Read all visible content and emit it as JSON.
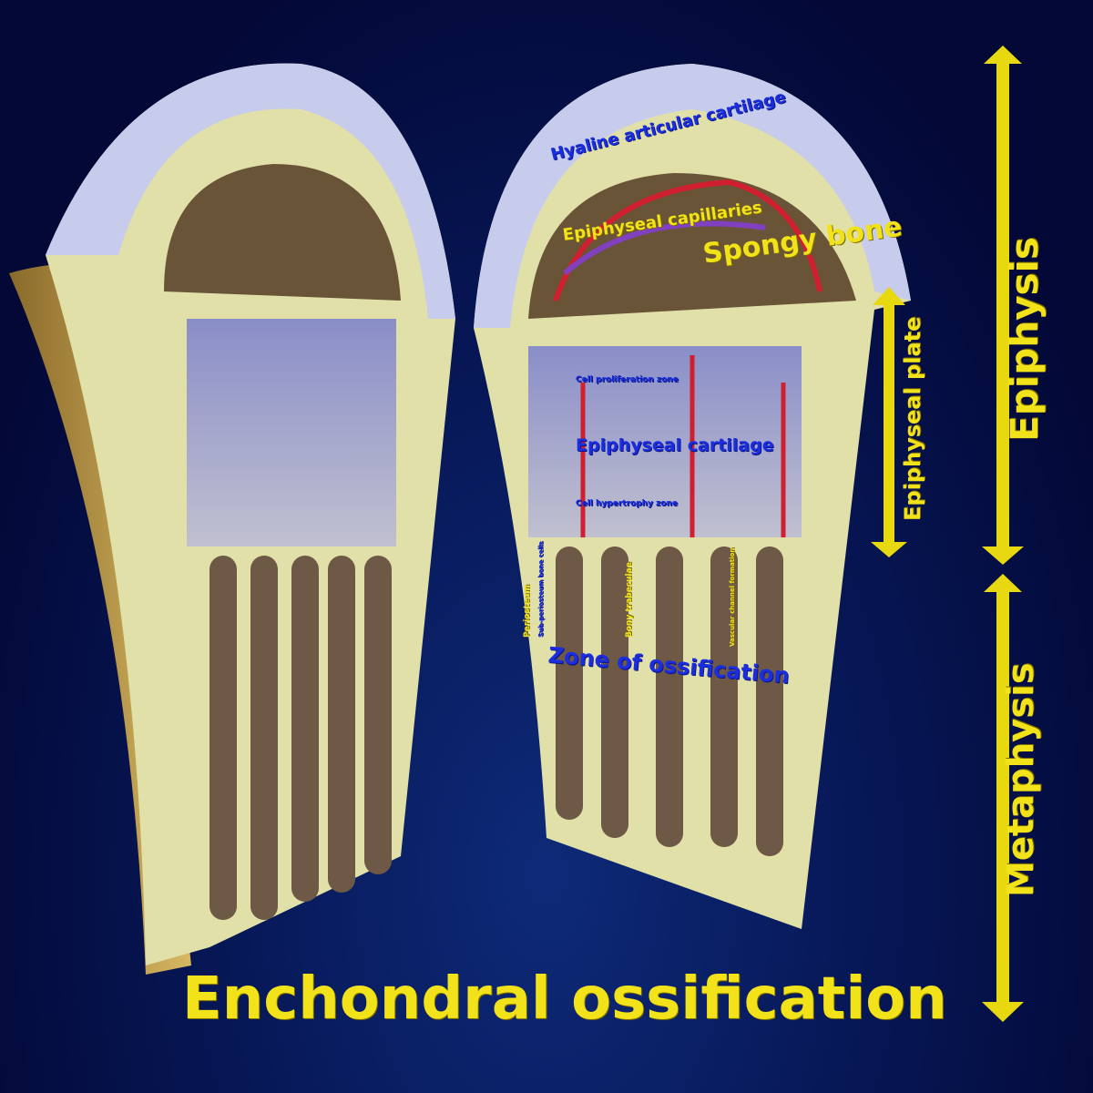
{
  "title": "Enchondral ossification",
  "labels": {
    "hyaline": "Hyaline articular cartilage",
    "capillaries": "Epiphyseal capillaries",
    "spongy": "Spongy bone",
    "proliferation": "Cell proliferation zone",
    "cartilage": "Epiphyseal cartilage",
    "hypertrophy": "Cell hypertrophy zone",
    "periosteum": "Periosteum",
    "subperiosteum": "Sub-periosteum bone cells",
    "trabeculae": "Bony trabeculae",
    "vascular": "Vascular channel formation",
    "ossification": "Zone of ossification"
  },
  "arrows": {
    "plate": "Epiphyseal plate",
    "epiphysis": "Epiphysis",
    "metaphysis": "Metaphysis"
  },
  "colors": {
    "label_blue": "#1a2ee0",
    "label_yellow": "#f2e21a",
    "background": "#071858"
  }
}
